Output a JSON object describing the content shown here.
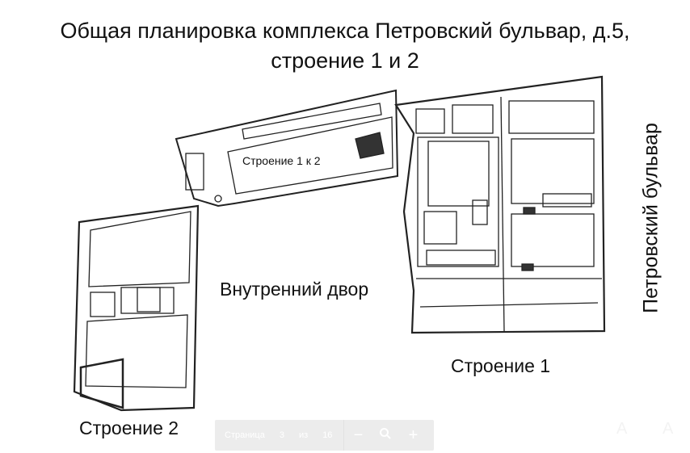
{
  "title": {
    "line1": "Общая планировка комплекса Петровский бульвар, д.5,",
    "line2": "строение 1 и 2"
  },
  "labels": {
    "connector": "Строение 1 к 2",
    "courtyard": "Внутренний двор",
    "building1": "Строение 1",
    "building2": "Строение 2",
    "street": "Петровский бульвар"
  },
  "toolbar": {
    "page_label": "Страница",
    "current_page": "3",
    "of_label": "из",
    "total_pages": "16",
    "zoom_out_icon": "minus-icon",
    "zoom_icon": "magnifier-icon",
    "zoom_in_icon": "plus-icon"
  },
  "corner_icons": [
    "text-size-icon",
    "text-size-icon"
  ]
}
